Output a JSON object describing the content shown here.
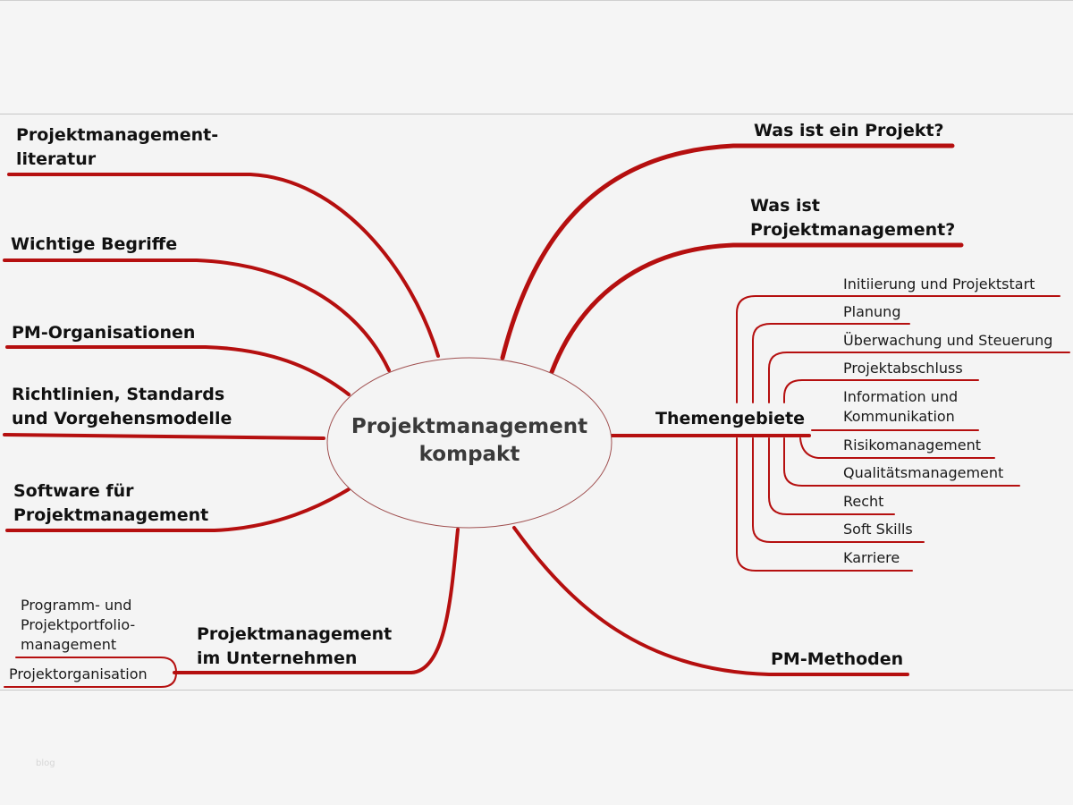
{
  "colors": {
    "branch": "#b50f0f",
    "text": "#111111",
    "center_text": "#3a3a3a",
    "background": "#f4f4f4"
  },
  "center": {
    "line1": "Projektmanagement",
    "line2": "kompakt"
  },
  "left_branches": [
    {
      "lines": [
        "Projektmanagement-",
        "literatur"
      ]
    },
    {
      "lines": [
        "Wichtige Begriffe"
      ]
    },
    {
      "lines": [
        "PM-Organisationen"
      ]
    },
    {
      "lines": [
        "Richtlinien, Standards",
        "und Vorgehensmodelle"
      ]
    },
    {
      "lines": [
        "Software für",
        "Projektmanagement"
      ]
    }
  ],
  "right_branches": [
    {
      "lines": [
        "Was ist ein Projekt?"
      ]
    },
    {
      "lines": [
        "Was ist",
        "Projektmanagement?"
      ]
    },
    {
      "lines": [
        "PM-Methoden"
      ]
    }
  ],
  "themengebiete": {
    "label": "Themengebiete",
    "items": [
      "Initiierung und Projektstart",
      "Planung",
      "Überwachung und Steuerung",
      "Projektabschluss",
      "Information und Kommunikation",
      "Risikomanagement",
      "Qualitätsmanagement",
      "Recht",
      "Soft Skills",
      "Karriere"
    ],
    "info_lines": [
      "Information und",
      "Kommunikation"
    ]
  },
  "unternehmen": {
    "lines": [
      "Projektmanagement",
      "im Unternehmen"
    ],
    "children": [
      {
        "lines": [
          "Programm- und",
          "Projektportfolio-",
          "management"
        ]
      },
      {
        "lines": [
          "Projektorganisation"
        ]
      }
    ]
  },
  "watermark": "blog"
}
